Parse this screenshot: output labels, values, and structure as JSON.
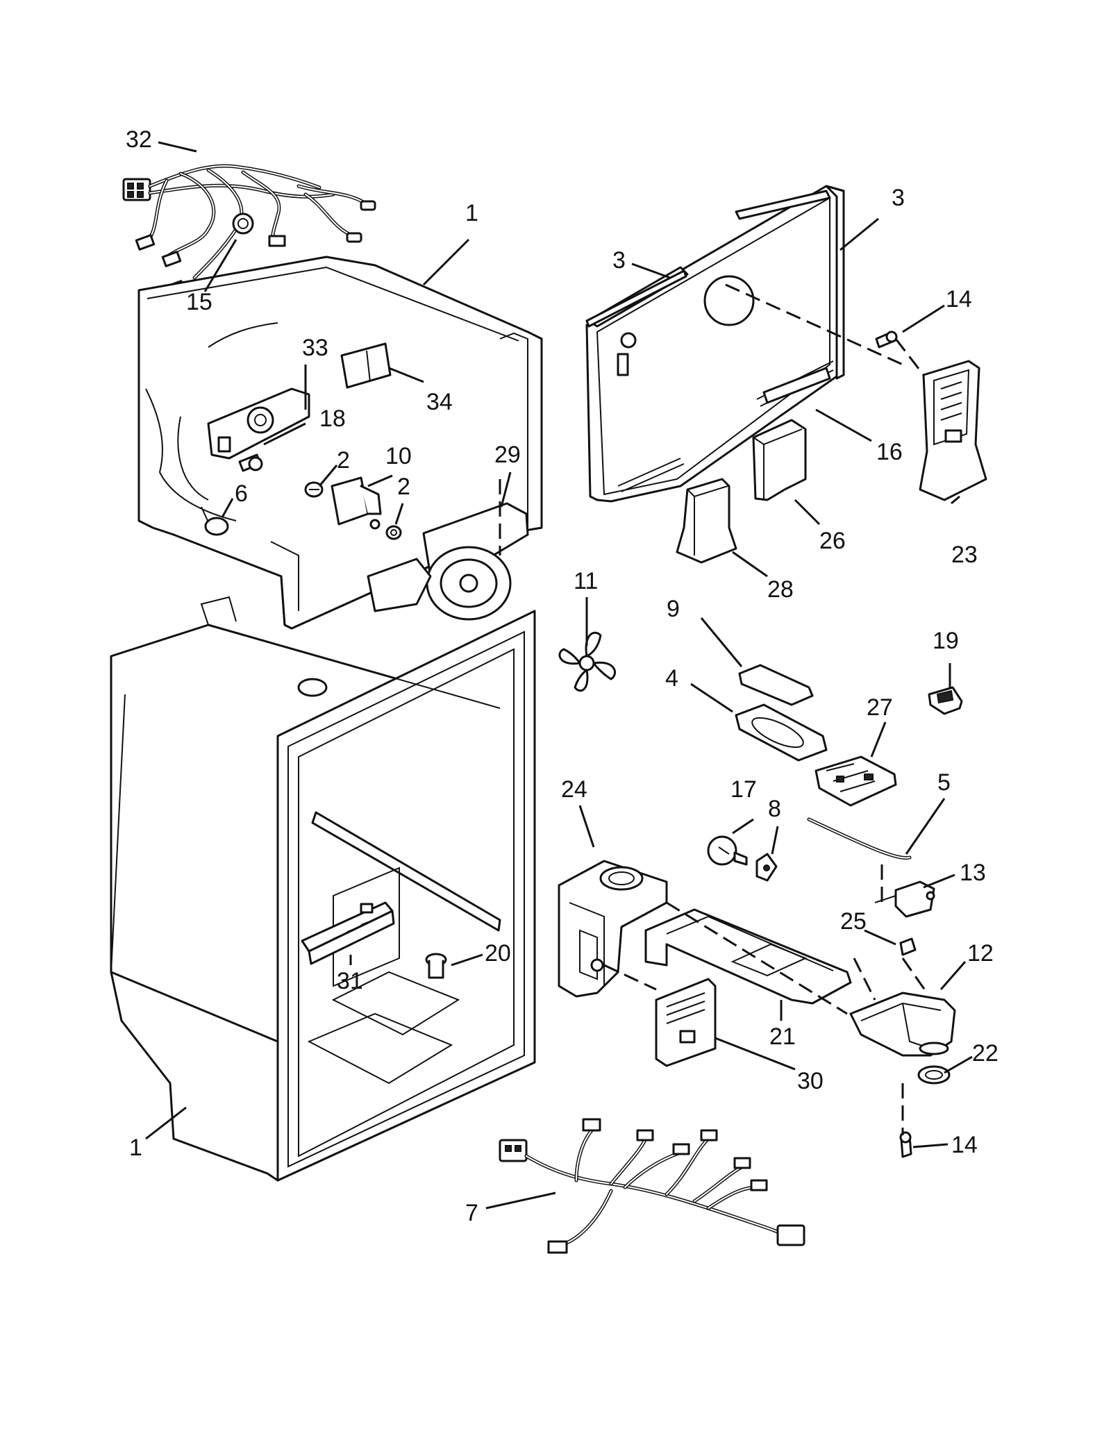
{
  "diagram": {
    "callouts": [
      {
        "id": "c32",
        "label": "32"
      },
      {
        "id": "c15",
        "label": "15"
      },
      {
        "id": "c1a",
        "label": "1"
      },
      {
        "id": "c33",
        "label": "33"
      },
      {
        "id": "c34",
        "label": "34"
      },
      {
        "id": "c18",
        "label": "18"
      },
      {
        "id": "c2a",
        "label": "2"
      },
      {
        "id": "c10",
        "label": "10"
      },
      {
        "id": "c2b",
        "label": "2"
      },
      {
        "id": "c29",
        "label": "29"
      },
      {
        "id": "c6",
        "label": "6"
      },
      {
        "id": "c11",
        "label": "11"
      },
      {
        "id": "c3a",
        "label": "3"
      },
      {
        "id": "c3b",
        "label": "3"
      },
      {
        "id": "c14a",
        "label": "14"
      },
      {
        "id": "c16",
        "label": "16"
      },
      {
        "id": "c26",
        "label": "26"
      },
      {
        "id": "c28",
        "label": "28"
      },
      {
        "id": "c23",
        "label": "23"
      },
      {
        "id": "c9",
        "label": "9"
      },
      {
        "id": "c4",
        "label": "4"
      },
      {
        "id": "c19",
        "label": "19"
      },
      {
        "id": "c27",
        "label": "27"
      },
      {
        "id": "c17",
        "label": "17"
      },
      {
        "id": "c8",
        "label": "8"
      },
      {
        "id": "c5",
        "label": "5"
      },
      {
        "id": "c24",
        "label": "24"
      },
      {
        "id": "c13",
        "label": "13"
      },
      {
        "id": "c25",
        "label": "25"
      },
      {
        "id": "c12",
        "label": "12"
      },
      {
        "id": "c20",
        "label": "20"
      },
      {
        "id": "c31",
        "label": "31"
      },
      {
        "id": "c21",
        "label": "21"
      },
      {
        "id": "c30",
        "label": "30"
      },
      {
        "id": "c22",
        "label": "22"
      },
      {
        "id": "c14b",
        "label": "14"
      },
      {
        "id": "c1b",
        "label": "1"
      },
      {
        "id": "c7",
        "label": "7"
      }
    ]
  }
}
